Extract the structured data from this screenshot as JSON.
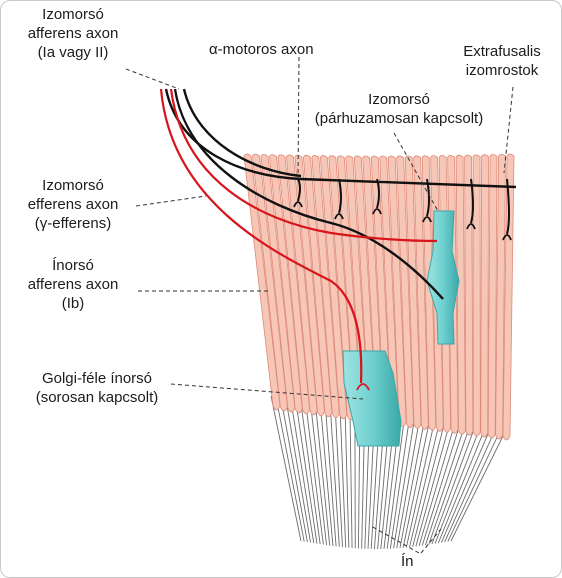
{
  "labels": {
    "spindle_afferent": [
      "Izomorsó",
      "afferens axon",
      "(Ia vagy II)"
    ],
    "alpha_motor": "α-motoros axon",
    "extrafusal": [
      "Extrafusalis",
      "izomrostok"
    ],
    "spindle_parallel": [
      "Izomorsó",
      "(párhuzamosan kapcsolt)"
    ],
    "spindle_efferent": [
      "Izomorsó",
      "efferens axon",
      "(γ-efferens)"
    ],
    "tendon_afferent": [
      "Ínorsó",
      "afferens axon",
      "(Ib)"
    ],
    "golgi": [
      "Golgi-féle ínorsó",
      "(sorosan kapcsolt)"
    ],
    "tendon": "Ín"
  },
  "colors": {
    "muscle_fill": "#f6c6b6",
    "muscle_stroke": "#e08a78",
    "spindle": "#6fd0cf",
    "spindle_dark": "#3aa8a8",
    "efferent_red": "#d8141c",
    "motor_black": "#111111",
    "tendon_line": "#6b6b6b"
  }
}
